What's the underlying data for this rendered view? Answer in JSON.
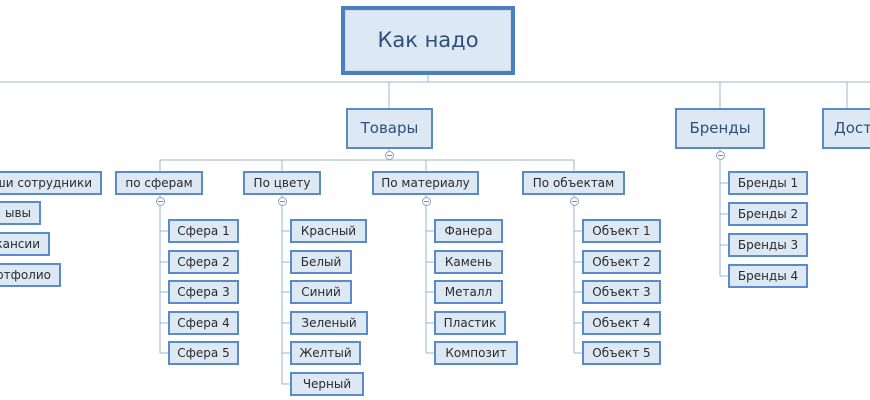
{
  "root": "Как надо",
  "main": {
    "tovary": "Товары",
    "brendy": "Бренды",
    "dost": "Дост"
  },
  "left_items": [
    "ши сотрудники",
    "ывы",
    "кансии",
    "ортфолио"
  ],
  "categories": {
    "spheres": {
      "label": "по сферам",
      "items": [
        "Сфера 1",
        "Сфера 2",
        "Сфера 3",
        "Сфера 4",
        "Сфера 5"
      ]
    },
    "colors": {
      "label": "По цвету",
      "items": [
        "Красный",
        "Белый",
        "Синий",
        "Зеленый",
        "Желтый",
        "Черный"
      ]
    },
    "materials": {
      "label": "По материалу",
      "items": [
        "Фанера",
        "Камень",
        "Металл",
        "Пластик",
        "Композит"
      ]
    },
    "objects": {
      "label": "По объектам",
      "items": [
        "Объект 1",
        "Объект 2",
        "Объект 3",
        "Объект 4",
        "Объект 5"
      ]
    }
  },
  "brands": [
    "Бренды 1",
    "Бренды 2",
    "Бренды 3",
    "Бренды 4"
  ],
  "colors": {
    "node_fill": "#dde8f5",
    "node_border": "#5b8ac9",
    "connector": "#9fb4cf"
  }
}
